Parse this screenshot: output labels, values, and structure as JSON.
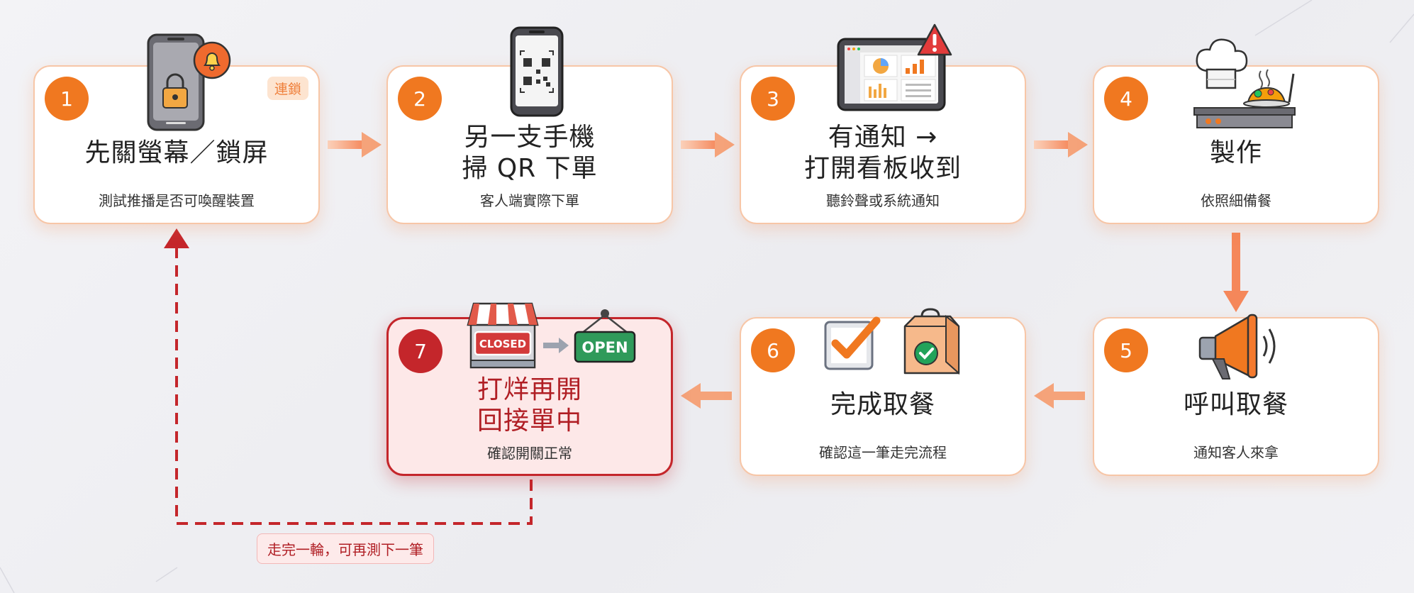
{
  "steps": [
    {
      "num": "1",
      "title": "先關螢幕／鎖屏",
      "sub": "測試推播是否可喚醒裝置",
      "tag": "連鎖"
    },
    {
      "num": "2",
      "title": "另一支手機\n掃 QR 下單",
      "sub": "客人端實際下單"
    },
    {
      "num": "3",
      "title": "有通知 →\n打開看板收到",
      "sub": "聽鈴聲或系統通知"
    },
    {
      "num": "4",
      "title": "製作",
      "sub": "依照細備餐"
    },
    {
      "num": "5",
      "title": "呼叫取餐",
      "sub": "通知客人來拿"
    },
    {
      "num": "6",
      "title": "完成取餐",
      "sub": "確認這一筆走完流程"
    },
    {
      "num": "7",
      "title": "打烊再開\n回接單中",
      "sub": "確認開關正常"
    }
  ],
  "sign": {
    "closed": "CLOSED",
    "open": "OPEN"
  },
  "loop_label": "走完一輪，可再測下一筆",
  "colors": {
    "accent": "#f07820",
    "danger": "#c4262b",
    "card_border": "#f7c6a7",
    "arrow": "#f5a37a"
  },
  "icons": [
    "phone-lock-icon",
    "bell-icon",
    "qr-phone-icon",
    "tablet-dashboard-icon",
    "alert-icon",
    "chef-hat-icon",
    "stove-icon",
    "megaphone-icon",
    "checkbox-icon",
    "food-bag-icon",
    "store-icon",
    "open-sign-icon"
  ]
}
